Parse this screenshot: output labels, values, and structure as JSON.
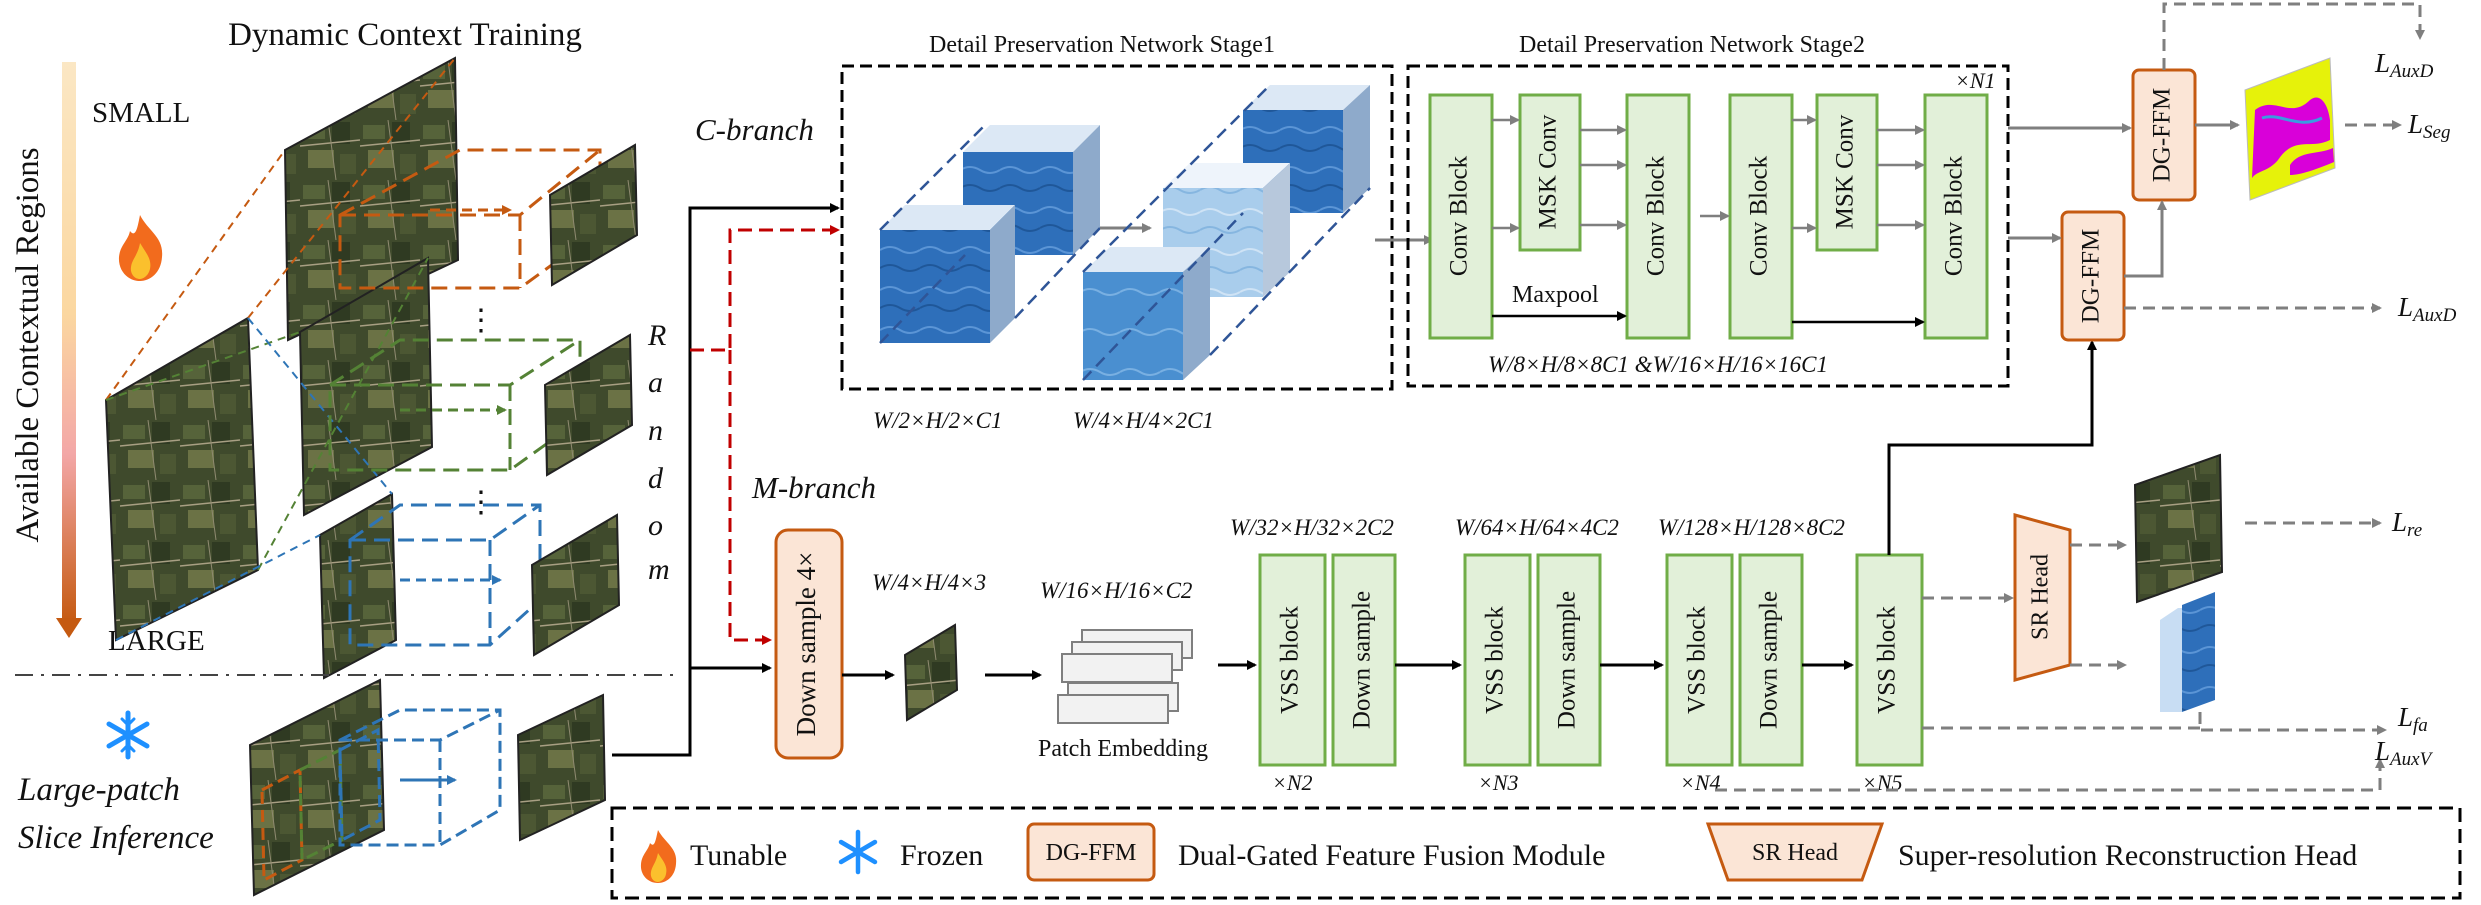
{
  "left": {
    "title": "Dynamic Context Training",
    "small": "SMALL",
    "large": "LARGE",
    "side_label": "Available Contextual Regions",
    "inference": [
      "Large-patch",
      "Slice Inference"
    ],
    "random": [
      "R",
      "a",
      "n",
      "d",
      "o",
      "m"
    ]
  },
  "cbranch": {
    "label": "C-branch",
    "stage1": "Detail Preservation Network Stage1",
    "stage2": "Detail Preservation Network Stage2",
    "dim1": "W/2×H/2×C1",
    "dim2": "W/4×H/4×2C1",
    "conv_block": "Conv Block",
    "msk_conv": "MSK Conv",
    "maxpool": "Maxpool",
    "n1": "×N1",
    "stage2_dims": "W/8×H/8×8C1 &W/16×H/16×16C1"
  },
  "mbranch": {
    "label": "M-branch",
    "downsample4": "Down sample 4×",
    "dim_ds": "W/4×H/4×3",
    "dim_pe": "W/16×H/16×C2",
    "patch_embedding": "Patch Embedding",
    "vss": "VSS block",
    "down": "Down sample",
    "dims": [
      "W/32×H/32×2C2",
      "W/64×H/64×4C2",
      "W/128×H/128×8C2"
    ],
    "repeats": [
      "×N2",
      "×N3",
      "×N4",
      "×N5"
    ]
  },
  "heads": {
    "dgffm": "DG-FFM",
    "sr_head": "SR Head",
    "losses": {
      "aux_d_top": "LAuxD",
      "seg": "LSeg",
      "aux_d_mid": "LAuxD",
      "re": "Lre",
      "fa": "Lfa",
      "aux_v": "LAuxV"
    }
  },
  "legend": {
    "tunable": "Tunable",
    "frozen": "Frozen",
    "dgffm_box": "DG-FFM",
    "dgffm_desc": "Dual-Gated Feature Fusion Module",
    "sr_box": "SR Head",
    "sr_desc": "Super-resolution Reconstruction Head"
  },
  "colors": {
    "green_fill": "#e2f0d9",
    "green_stroke": "#70ad47",
    "orange_fill": "#fbe5d6",
    "orange_stroke": "#c55a11",
    "red_arrow": "#c00000",
    "blue": "#2e75b6",
    "gray_arrow": "#7f7f7f"
  }
}
